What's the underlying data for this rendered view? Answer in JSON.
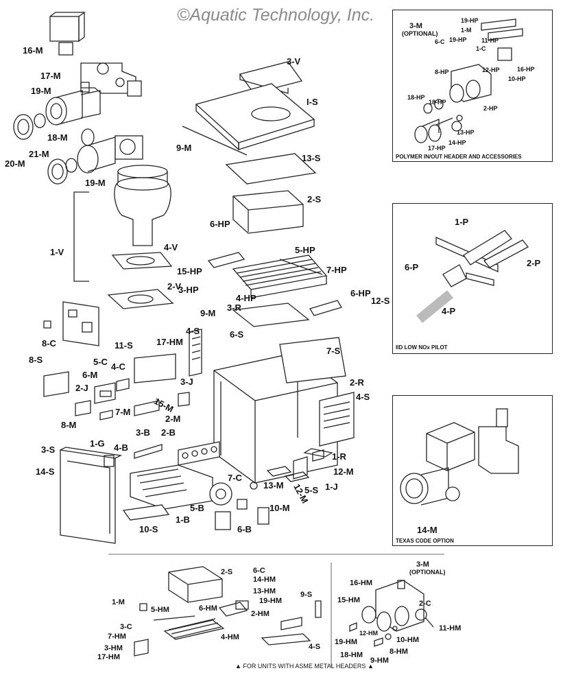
{
  "copyright": "©Aquatic Technology, Inc.",
  "footer_note": "FOR UNITS WITH ASME METAL HEADERS",
  "insets": {
    "polymer": {
      "caption": "POLYMER IN/OUT HEADER AND ACCESSORIES"
    },
    "pilot": {
      "caption": "IID LOW NOx PILOT"
    },
    "texas": {
      "caption": "TEXAS CODE OPTION"
    }
  },
  "optional_label": "(OPTIONAL)",
  "labels": {
    "main": [
      "16-M",
      "17-M",
      "19-M",
      "18-M",
      "20-M",
      "21-M",
      "19-M",
      "3-V",
      "I-S",
      "9-M",
      "13-S",
      "2-S",
      "1-V",
      "4-V",
      "2-V",
      "6-HP",
      "15-HP",
      "3-HP",
      "5-HP",
      "7-HP",
      "4-HP",
      "3-R",
      "6-HP",
      "12-S",
      "8-C",
      "9-M",
      "17-HM",
      "4-S",
      "6-S",
      "7-S",
      "11-S",
      "5-C",
      "4-C",
      "6-M",
      "2-J",
      "3-J",
      "8-S",
      "7-M",
      "15-M",
      "8-M",
      "2-M",
      "2-R",
      "4-S",
      "3-B",
      "2-B",
      "1-G",
      "4-B",
      "3-S",
      "14-S",
      "1-R",
      "12-M",
      "7-C",
      "13-M",
      "12-M",
      "5-S",
      "1-J",
      "5-B",
      "10-M",
      "1-B",
      "6-B",
      "10-S"
    ],
    "polymer": [
      "3-M",
      "19-HP",
      "1-M",
      "6-C",
      "19-HP",
      "11-HP",
      "1-C",
      "8-HP",
      "12-HP",
      "16-HP",
      "10-HP",
      "18-HP",
      "18-HP",
      "2-HP",
      "13-HP",
      "14-HP",
      "17-HP"
    ],
    "pilot": [
      "1-P",
      "6-P",
      "2-P",
      "4-P"
    ],
    "texas": [
      "14-M"
    ],
    "bottom_left": [
      "2-S",
      "6-C",
      "14-HM",
      "13-HM",
      "19-HM",
      "9-S",
      "1-M",
      "5-HM",
      "6-HM",
      "2-HM",
      "3-C",
      "7-HM",
      "4-HM",
      "3-HM",
      "17-HM",
      "4-S"
    ],
    "bottom_right": [
      "3-M",
      "16-HM",
      "2-C",
      "15-HM",
      "11-HM",
      "12-HM",
      "19-HM",
      "10-HM",
      "8-HM",
      "18-HM",
      "9-HM"
    ]
  }
}
